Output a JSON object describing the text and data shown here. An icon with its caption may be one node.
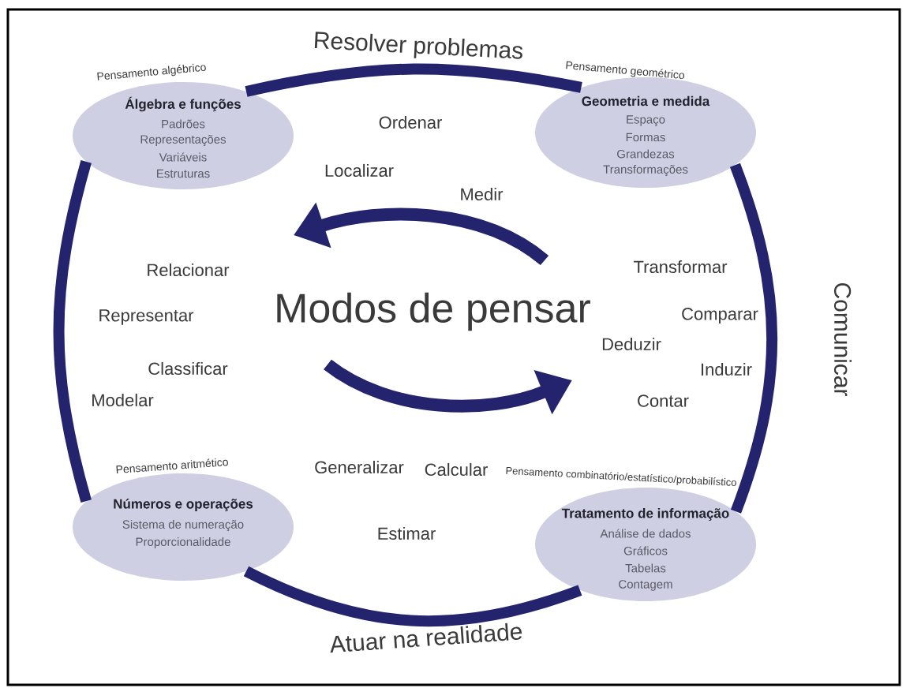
{
  "diagram": {
    "nodes": [
      {
        "text": [
          "Pensamento algébrico",
          "Álgebra e funções",
          "Padrões",
          "Representações",
          "Variáveis",
          "Estruturas"
        ]
      },
      {
        "text": [
          "Pensamento geométrico",
          "Geometria e medida",
          "Espaço",
          "Formas",
          "Grandezas",
          "Transformações"
        ]
      },
      {
        "text": [
          "Pensamento aritmético",
          "Números e operações",
          "Sistema de numeração",
          "Proporcionalidade"
        ]
      },
      {
        "text": [
          "Pensamento combinatório/estatístico/probabilístico",
          "Tratamento de informação",
          "Análise de dados",
          "Gráficos",
          "Tabelas",
          "Contagem"
        ]
      }
    ],
    "edges": [
      {
        "from": 0,
        "to": 1,
        "arrow": "none",
        "label": "Resolver problemas"
      },
      {
        "from": 1,
        "to": 3,
        "arrow": "none",
        "label": "Comunicar"
      },
      {
        "from": 3,
        "to": 2,
        "arrow": "none",
        "label": "Atuar na realidade"
      },
      {
        "from": 2,
        "to": 0,
        "arrow": "none"
      }
    ],
    "labels": [
      "Ordenar",
      "Localizar",
      "Medir",
      "Relacionar",
      "Transformar",
      "Representar",
      "Modos de pensar",
      "Comparar",
      "Deduzir",
      "Classificar",
      "Induzir",
      "Modelar",
      "Contar",
      "Generalizar",
      "Calcular",
      "Estimar"
    ]
  }
}
